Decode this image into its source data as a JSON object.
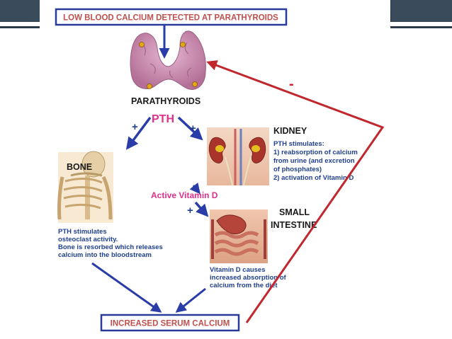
{
  "top_box": "LOW BLOOD CALCIUM DETECTED AT PARATHYROIDS",
  "bottom_box": "INCREASED SERUM CALCIUM",
  "parathyroids_label": "PARATHYROIDS",
  "pth_label": "PTH",
  "kidney_label": "KIDNEY",
  "kidney_desc": [
    "PTH stimulates:",
    "1) reabsorption of calcium",
    "from urine (and excretion",
    "of phosphates)",
    "2) activation of Vitamin D"
  ],
  "bone_label": "BONE",
  "bone_desc": [
    "PTH stimulates",
    "osteoclast activity.",
    "Bone is resorbed which releases",
    "calcium into the bloodstream"
  ],
  "vitamin_label": "Active Vitamin D",
  "intestine_label": [
    "SMALL",
    "INTESTINE"
  ],
  "intestine_desc": [
    "Vitamin D causes",
    "increased absorption of",
    "calcium from the diet"
  ],
  "plus_sign": "+",
  "minus_sign": "-",
  "colors": {
    "box_border": "#2a3c9a",
    "box_text": "#c0504d",
    "arrow_blue": "#2a3ca8",
    "arrow_red": "#c0282e",
    "pth_pink": "#e0308a",
    "desc_blue": "#1f3f8f"
  }
}
